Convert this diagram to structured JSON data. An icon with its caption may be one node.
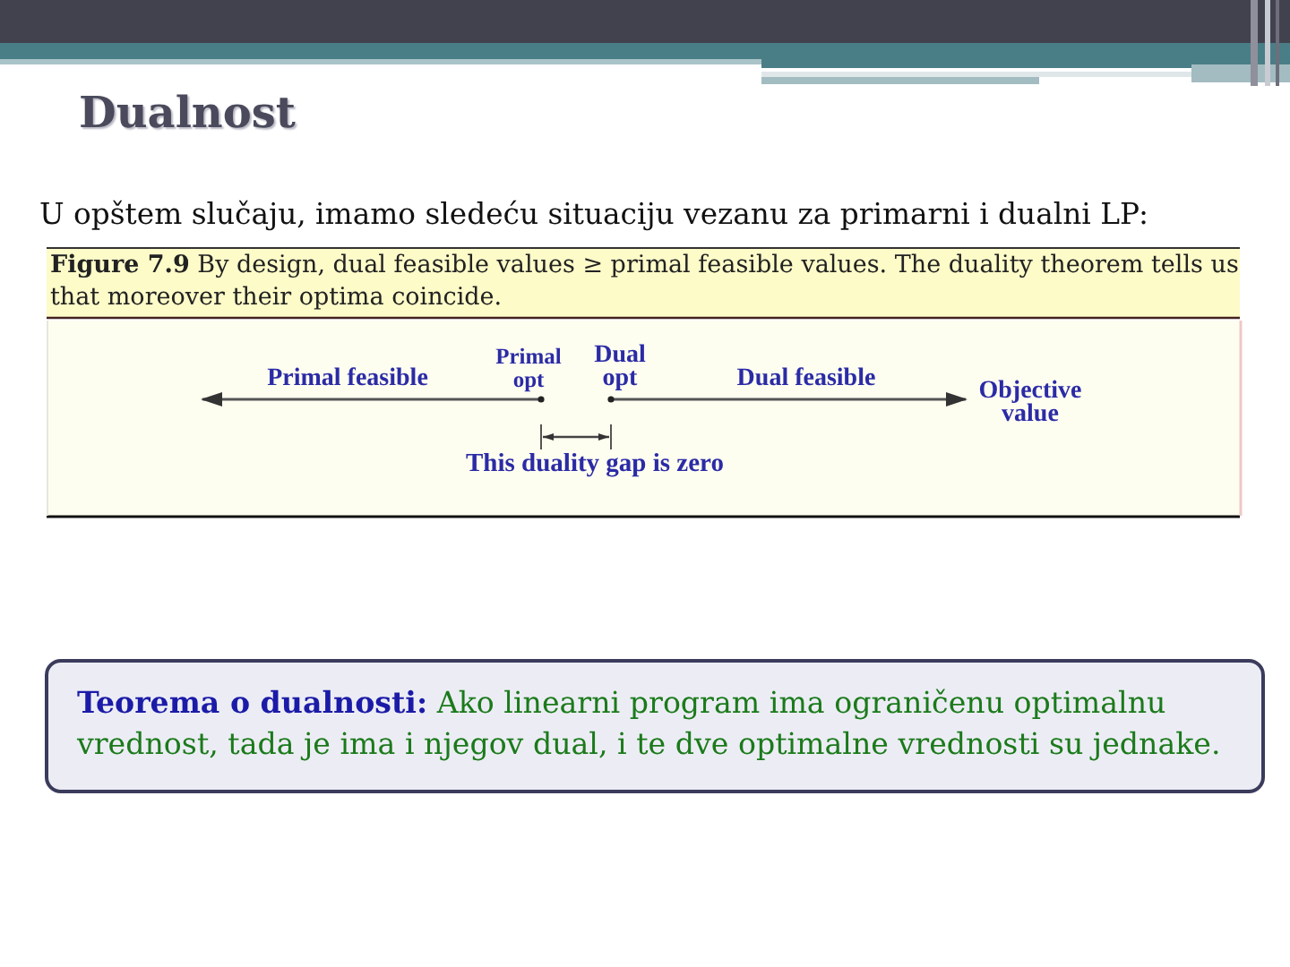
{
  "diagram": {
    "title": "Dualnost",
    "nodes": [
      {
        "text": [
          "**Teorema o dualnosti:** Ako linearni program ima ograničenu optimalnu vrednost, tada je ima i njegov dual, i te dve optimalne vrednosti su jednake."
        ]
      }
    ],
    "labels": [
      "U opštem slučaju, imamo sledeću situaciju vezanu za primarni i dualni LP:",
      "**Figure 7.9** By design, dual feasible values ≥ primal feasible values. The duality theorem tells us that moreover their optima coincide.",
      "Primal feasible",
      "Primal opt",
      "Dual opt",
      "Dual feasible",
      "Objective value",
      "This duality gap is zero"
    ]
  }
}
